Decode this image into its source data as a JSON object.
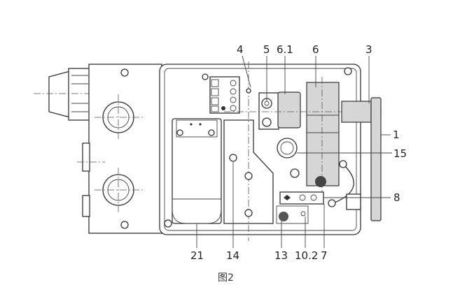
{
  "figure": {
    "labels": {
      "l4": "4",
      "l5": "5",
      "l61": "6.1",
      "l6": "6",
      "l3": "3",
      "l1": "1",
      "l15": "15",
      "l8": "8",
      "l21": "21",
      "l14": "14",
      "l13": "13",
      "l102": "10.2",
      "l7": "7"
    },
    "caption": "图2"
  }
}
